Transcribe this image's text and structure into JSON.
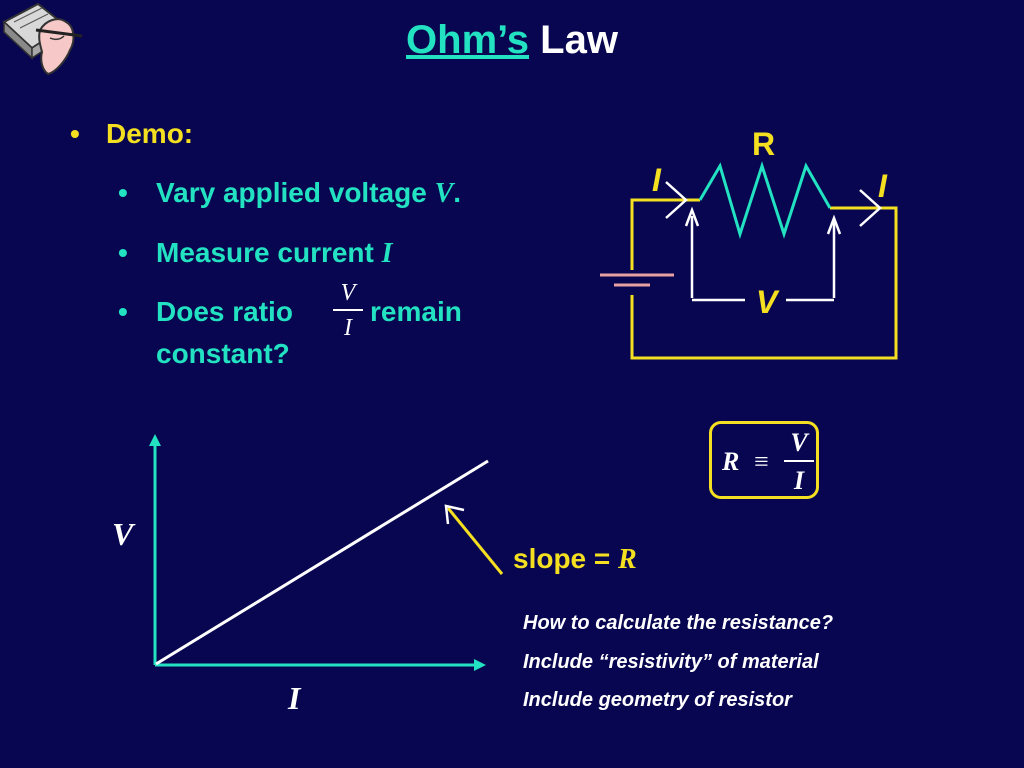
{
  "title": {
    "ohm": "Ohm’s",
    "law": "Law"
  },
  "demo": {
    "bullet": "•",
    "label": "Demo:"
  },
  "sub_bullets": [
    {
      "bullet": "•",
      "text": "Vary applied voltage ",
      "var": "V",
      "tail": "."
    },
    {
      "bullet": "•",
      "text": "Measure current ",
      "var": "I",
      "tail": ""
    },
    {
      "bullet": "•",
      "text_before": "Does ratio",
      "frac_num": "V",
      "frac_den": "I",
      "text_after": "remain",
      "line2": "constant?"
    }
  ],
  "circuit": {
    "resistor_label": "R",
    "current_left": "I",
    "current_right": "I",
    "voltage_label": "V"
  },
  "formula": {
    "lhs": "R",
    "op": "≡",
    "num": "V",
    "den": "I"
  },
  "graph": {
    "y_label": "V",
    "x_label": "I"
  },
  "slope": {
    "text": "slope = ",
    "var": "R"
  },
  "notes": [
    "How to calculate the resistance?",
    "Include “resistivity” of material",
    "Include geometry of resistor"
  ],
  "colors": {
    "background": "#080650",
    "teal": "#22e2c2",
    "yellow": "#f4e020",
    "white": "#ffffff",
    "battery": "#e8a0a0"
  },
  "icons": {
    "corner": "hand-writing-notebook-icon"
  }
}
